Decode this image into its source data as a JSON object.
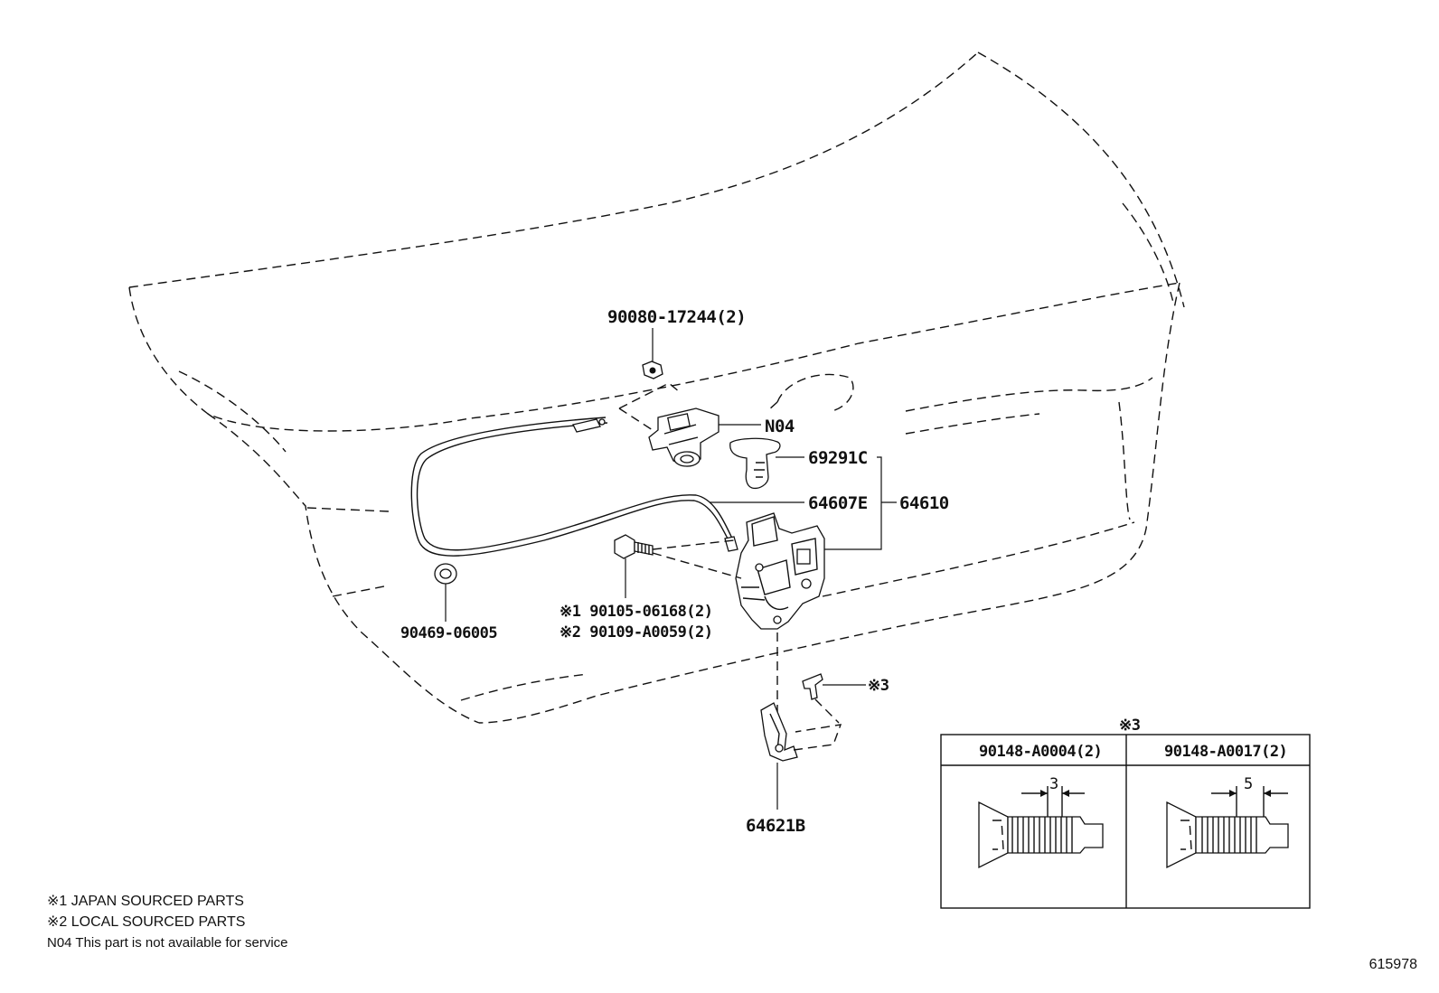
{
  "callouts": {
    "nut_90080": "90080-17244(2)",
    "n04": "N04",
    "p69291c": "69291C",
    "p64607e": "64607E",
    "p64610": "64610",
    "p90469": "90469-06005",
    "bolt_jp": "※1 90105-06168(2)",
    "bolt_local": "※2 90109-A0059(2)",
    "screw_ref": "※3",
    "p64621b": "64621B"
  },
  "detail_table": {
    "marker": "※3",
    "columns": [
      {
        "part": "90148-A0004(2)",
        "dimension": "3"
      },
      {
        "part": "90148-A0017(2)",
        "dimension": "5"
      }
    ]
  },
  "notes": [
    "※1 JAPAN SOURCED PARTS",
    "※2 LOCAL SOURCED PARTS",
    "N04 This part is not available for service"
  ],
  "diagram_id": "615978"
}
